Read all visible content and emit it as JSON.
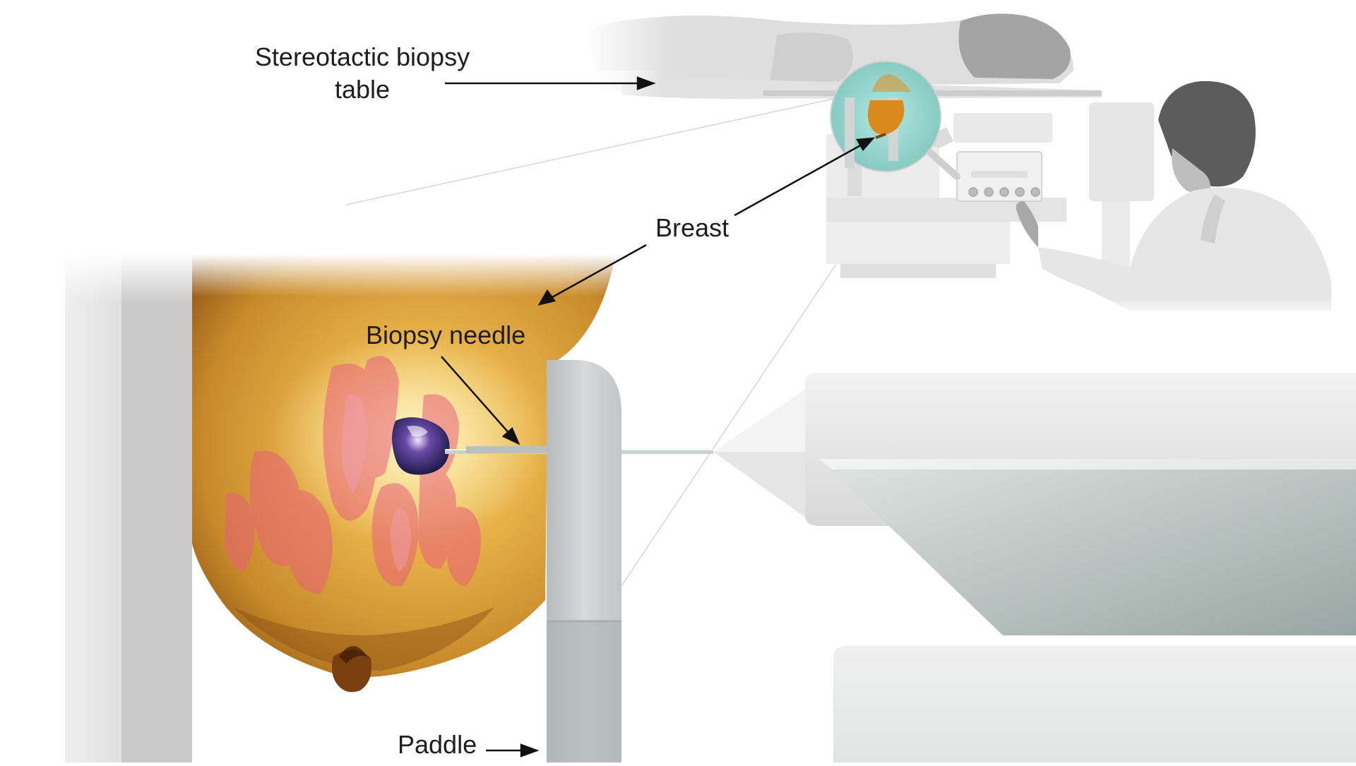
{
  "labels": {
    "table": "Stereotactic biopsy table",
    "breast": "Breast",
    "needle": "Biopsy needle",
    "paddle": "Paddle"
  },
  "icons": [
    "patient-figure",
    "technician-figure",
    "biopsy-machine",
    "lesion"
  ],
  "colors": {
    "tissue_orange": "#c98a2a",
    "tissue_dark": "#7a4410",
    "gland_pink": "#e86a7a",
    "lesion_purple": "#2a2060",
    "equipment_gray": "#c8cdcd",
    "zoom_teal": "#8fd3cc",
    "label_text": "#1e1e1e"
  }
}
